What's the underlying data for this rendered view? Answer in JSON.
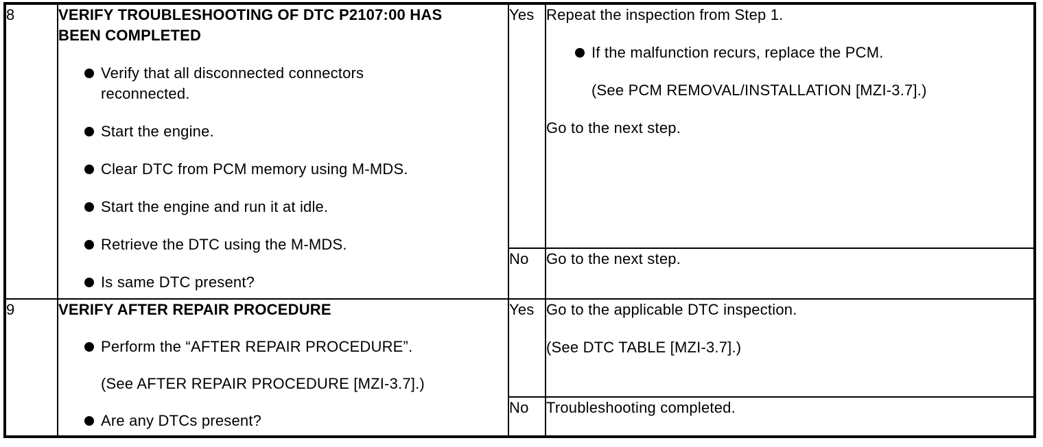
{
  "document": {
    "type": "diagnostic-troubleshooting-table",
    "colors": {
      "text": "#000000",
      "border": "#000000",
      "background": "#ffffff"
    },
    "columns": [
      "step",
      "inspection",
      "action_result",
      "action"
    ],
    "steps": [
      {
        "number": "8",
        "inspection": {
          "heading": "VERIFY TROUBLESHOOTING OF DTC P2107:00 HAS\nBEEN COMPLETED",
          "bullets": [
            "Verify that all disconnected connectors\nreconnected.",
            "Start the engine.",
            "Clear DTC from PCM memory using M-MDS.",
            "Start the engine and run it at idle.",
            "Retrieve the DTC using the M-MDS.",
            "Is same DTC present?"
          ]
        },
        "yes_label": "Yes",
        "yes_action": {
          "line1": "Repeat the inspection from Step 1.",
          "bullet": "If the malfunction recurs, replace the PCM.",
          "see_ref": "(See PCM REMOVAL/INSTALLATION [MZI-3.7].)",
          "line2": "Go to the next step."
        },
        "no_label": "No",
        "no_action": "Go to the next step."
      },
      {
        "number": "9",
        "inspection": {
          "heading": "VERIFY AFTER REPAIR PROCEDURE",
          "bullet1": "Perform the “AFTER REPAIR PROCEDURE”.",
          "see_ref": "(See AFTER REPAIR PROCEDURE [MZI-3.7].)",
          "bullet2": "Are any DTCs present?"
        },
        "yes_label": "Yes",
        "yes_action": {
          "line1": "Go to the applicable DTC inspection.",
          "see_ref": "(See DTC TABLE [MZI-3.7].)"
        },
        "no_label": "No",
        "no_action": "Troubleshooting completed."
      }
    ]
  }
}
